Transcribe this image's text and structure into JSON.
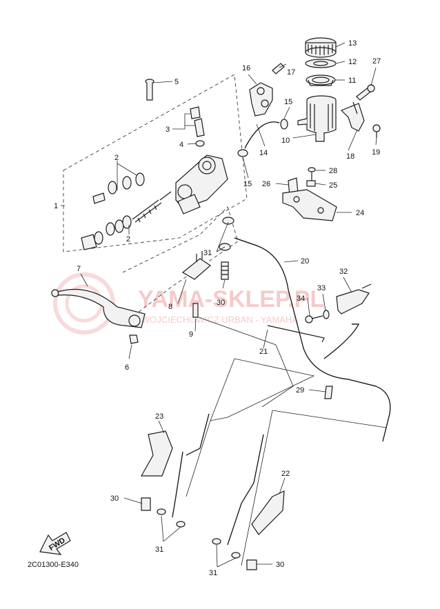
{
  "diagram_code": "2C01300-E340",
  "watermark": {
    "title": "YAMA-SKLEP.PL",
    "subtitle": "WOJCIECHOWICZ URBAN - YAMAHA"
  },
  "fwd_label": "FWD",
  "parts": {
    "p1": "1",
    "p2": "2",
    "p3": "3",
    "p4": "4",
    "p5": "5",
    "p6": "6",
    "p7": "7",
    "p8": "8",
    "p9": "9",
    "p10": "10",
    "p11": "11",
    "p12": "12",
    "p13": "13",
    "p14": "14",
    "p15": "15",
    "p16": "16",
    "p17": "17",
    "p18": "18",
    "p19": "19",
    "p20": "20",
    "p21": "21",
    "p22": "22",
    "p23": "23",
    "p24": "24",
    "p25": "25",
    "p26": "26",
    "p27": "27",
    "p28": "28",
    "p29": "29",
    "p30": "30",
    "p31": "31",
    "p32": "32",
    "p33": "33",
    "p34": "34"
  }
}
